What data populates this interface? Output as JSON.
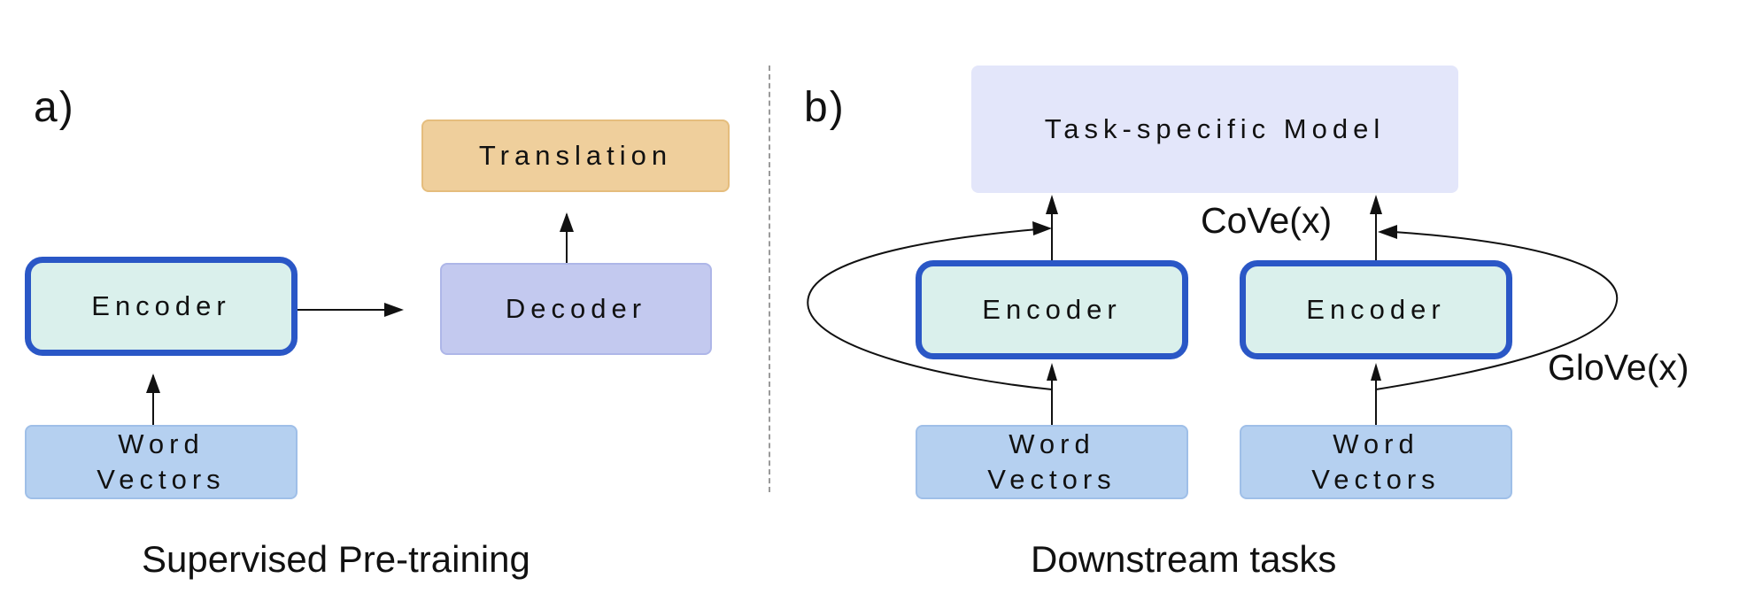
{
  "panels": {
    "a": {
      "label": "a)",
      "encoder": "Encoder",
      "word_vectors_line1": "Word",
      "word_vectors_line2": "Vectors",
      "decoder": "Decoder",
      "translation": "Translation",
      "caption": "Supervised Pre-training"
    },
    "b": {
      "label": "b)",
      "task_model": "Task-specific Model",
      "encoder_left": "Encoder",
      "encoder_right": "Encoder",
      "word_vectors_left_line1": "Word",
      "word_vectors_left_line2": "Vectors",
      "word_vectors_right_line1": "Word",
      "word_vectors_right_line2": "Vectors",
      "cove_label": "CoVe(x)",
      "glove_label": "GloVe(x)",
      "caption": "Downstream tasks"
    }
  },
  "colors": {
    "encoder_fill": "#daf0ec",
    "encoder_border": "#2a57c6",
    "word_vectors_fill": "#b5d0f0",
    "decoder_fill": "#c3c9ef",
    "translation_fill": "#efcf9c",
    "task_model_fill": "#e3e6fa"
  }
}
